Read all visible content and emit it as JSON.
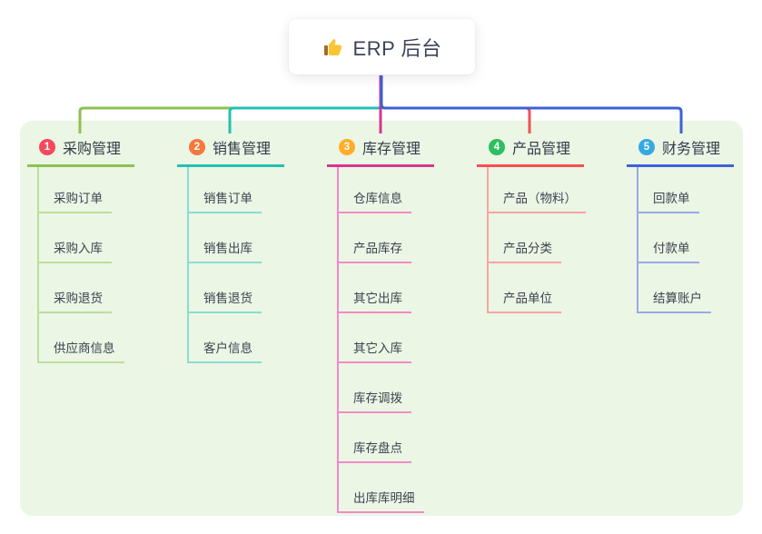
{
  "root": {
    "title": "ERP 后台",
    "icon": "thumbs-up-icon"
  },
  "canvas": {
    "page_bg": "#ffffff",
    "panel_bg": "#ebf6e5",
    "root_connector_color": "#3e61d6"
  },
  "branches": [
    {
      "index": "1",
      "label": "采购管理",
      "badge_color": "#f5495c",
      "color": "#8cc152",
      "light_color": "#bbdf9b",
      "children": [
        "采购订单",
        "采购入库",
        "采购退货",
        "供应商信息"
      ]
    },
    {
      "index": "2",
      "label": "销售管理",
      "badge_color": "#f4793b",
      "color": "#24c0b2",
      "light_color": "#8adcd3",
      "children": [
        "销售订单",
        "销售出库",
        "销售退货",
        "客户信息"
      ]
    },
    {
      "index": "3",
      "label": "库存管理",
      "badge_color": "#ffad2a",
      "color": "#d6368f",
      "light_color": "#f38ac7",
      "children": [
        "仓库信息",
        "产品库存",
        "其它出库",
        "其它入库",
        "库存调拨",
        "库存盘点",
        "出库库明细"
      ]
    },
    {
      "index": "4",
      "label": "产品管理",
      "badge_color": "#2dbe60",
      "color": "#f45052",
      "light_color": "#f9a5a3",
      "children": [
        "产品（物料）",
        "产品分类",
        "产品单位"
      ]
    },
    {
      "index": "5",
      "label": "财务管理",
      "badge_color": "#35a9e1",
      "color": "#3e61d6",
      "light_color": "#9aaae8",
      "children": [
        "回款单",
        "付款单",
        "结算账户"
      ]
    }
  ]
}
